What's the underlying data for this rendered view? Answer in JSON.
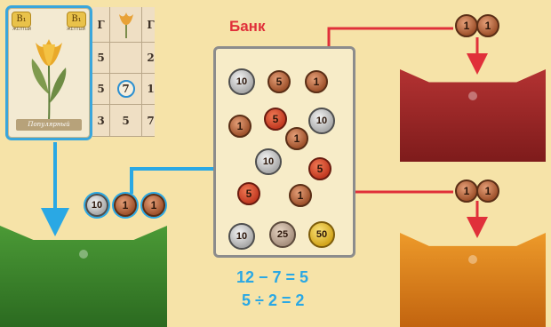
{
  "card": {
    "badge_left": "B₁",
    "badge_right": "B₁",
    "color_left": "ЖЁЛТЫЙ",
    "color_right": "ЖЁЛТЫЙ",
    "name": "Популярный"
  },
  "board": {
    "rows": [
      [
        "Г",
        "",
        "Г"
      ],
      [
        "5",
        "",
        "2"
      ],
      [
        "5",
        "7",
        "1"
      ],
      [
        "3",
        "5",
        "7"
      ]
    ],
    "highlight": "7"
  },
  "bank": {
    "title": "Банк"
  },
  "coins": {
    "bank": [
      "10",
      "5",
      "1",
      "1",
      "5",
      "1",
      "10",
      "10",
      "5",
      "5",
      "1",
      "10",
      "25",
      "50"
    ],
    "paid": [
      "10",
      "1",
      "1"
    ],
    "top_right": [
      "1",
      "1"
    ],
    "bottom_right": [
      "1",
      "1"
    ]
  },
  "formula": {
    "line1": "12 − 7 = 5",
    "line2": "5 ÷ 2 = 2"
  },
  "colors": {
    "background": "#f6e3a8",
    "arrow_blue": "#2aa8e4",
    "arrow_red": "#e0303a",
    "screen_green": "#3d8a2e",
    "screen_red": "#a82828",
    "screen_orange": "#e0891c"
  },
  "icons": [
    "tulip-icon",
    "tulip-board-icon",
    "fleur-de-lis-icon"
  ]
}
